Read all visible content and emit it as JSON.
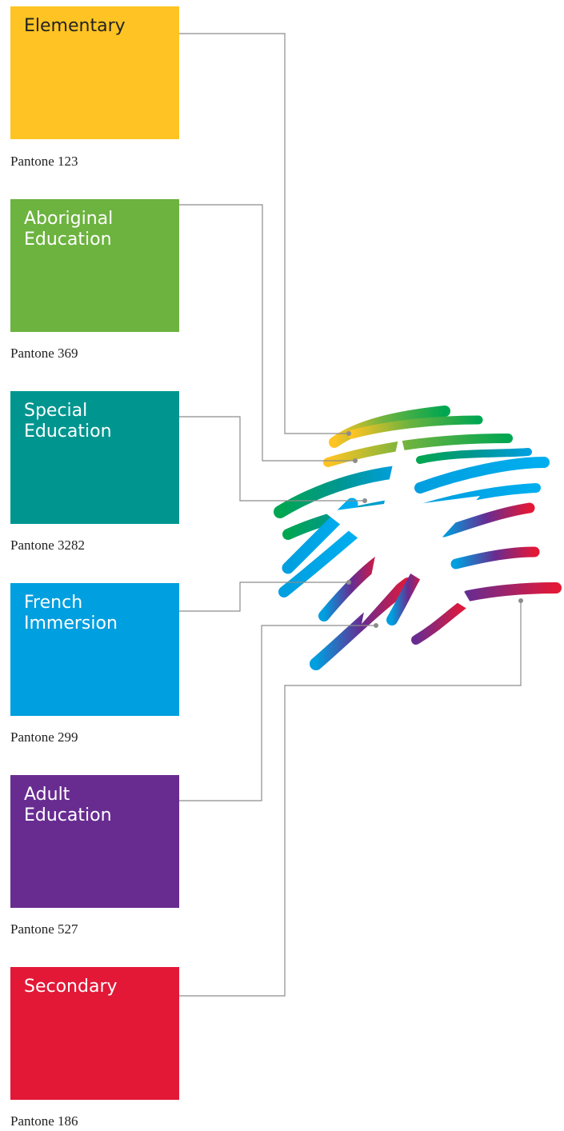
{
  "swatches": [
    {
      "name": "Elementary",
      "pantone": "Pantone 123",
      "color": "#FFC423",
      "text_color": "#222222"
    },
    {
      "name": "Aboriginal\nEducation",
      "pantone": "Pantone 369",
      "color": "#6DB33F",
      "text_color": "#ffffff"
    },
    {
      "name": "Special\nEducation",
      "pantone": "Pantone 3282",
      "color": "#00968F",
      "text_color": "#ffffff"
    },
    {
      "name": "French\nImmersion",
      "pantone": "Pantone 299",
      "color": "#009FDF",
      "text_color": "#ffffff"
    },
    {
      "name": "Adult\nEducation",
      "pantone": "Pantone 527",
      "color": "#682C91",
      "text_color": "#ffffff"
    },
    {
      "name": "Secondary",
      "pantone": "Pantone 186",
      "color": "#E31837",
      "text_color": "#ffffff"
    }
  ],
  "connector_color": "#8c8c8c"
}
